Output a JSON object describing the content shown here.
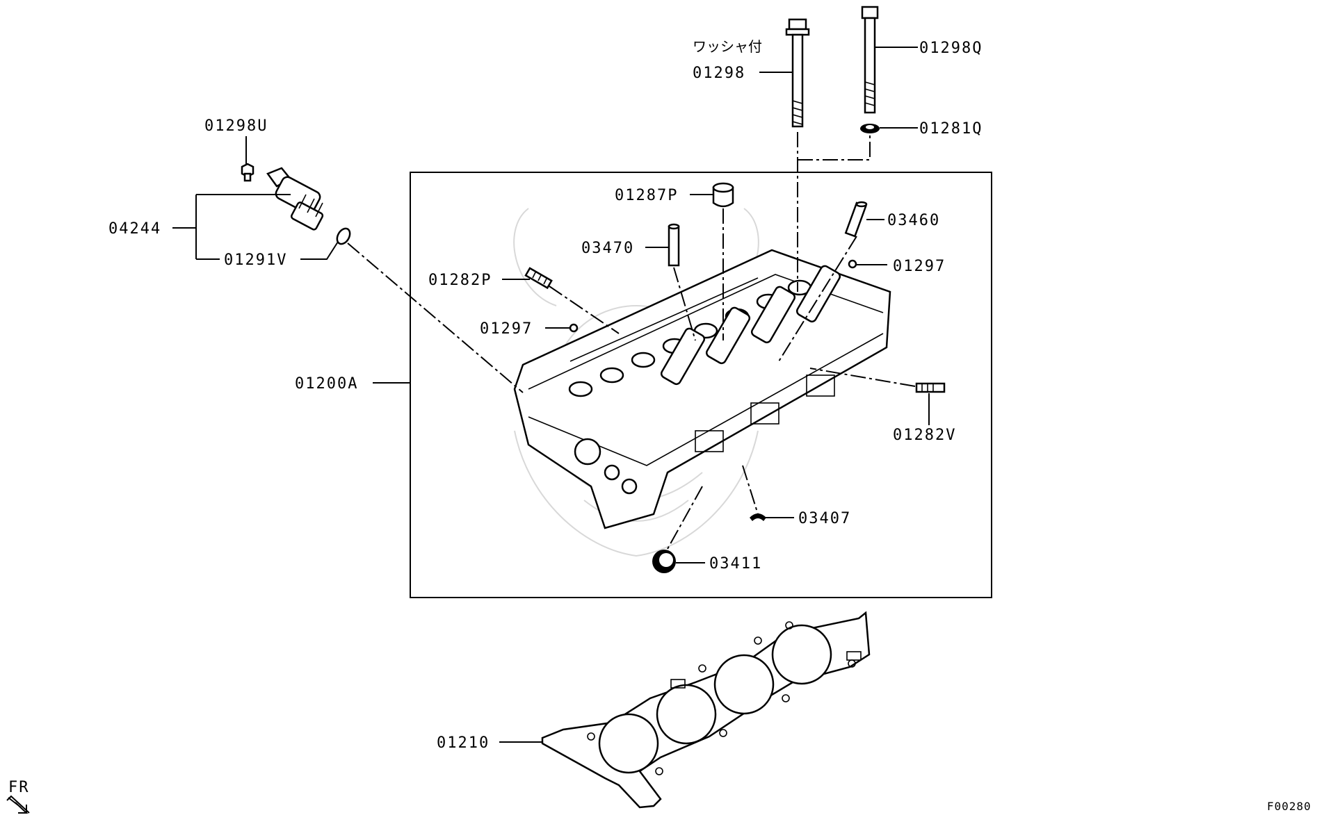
{
  "diagram": {
    "code": "F00280",
    "direction_label": "FR",
    "note_jp": "ワッシャ付",
    "parts": [
      {
        "id": "p_01298U",
        "number": "01298U"
      },
      {
        "id": "p_04244",
        "number": "04244"
      },
      {
        "id": "p_01291V",
        "number": "01291V"
      },
      {
        "id": "p_01298",
        "number": "01298"
      },
      {
        "id": "p_01298Q",
        "number": "01298Q"
      },
      {
        "id": "p_01281Q",
        "number": "01281Q"
      },
      {
        "id": "p_01287P",
        "number": "01287P"
      },
      {
        "id": "p_03460",
        "number": "03460"
      },
      {
        "id": "p_03470",
        "number": "03470"
      },
      {
        "id": "p_01297a",
        "number": "01297"
      },
      {
        "id": "p_01282P",
        "number": "01282P"
      },
      {
        "id": "p_01297b",
        "number": "01297"
      },
      {
        "id": "p_01200A",
        "number": "01200A"
      },
      {
        "id": "p_01282V",
        "number": "01282V"
      },
      {
        "id": "p_03407",
        "number": "03407"
      },
      {
        "id": "p_03411",
        "number": "03411"
      },
      {
        "id": "p_01210",
        "number": "01210"
      }
    ]
  }
}
